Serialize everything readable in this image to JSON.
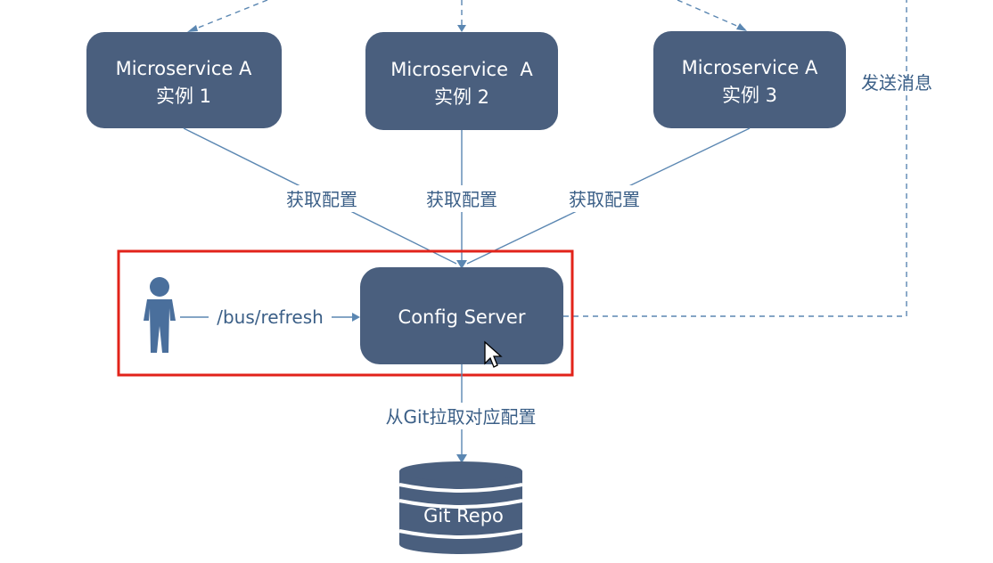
{
  "nodes": {
    "instance_1": {
      "line1": "Microservice A",
      "line2": "实例 1"
    },
    "instance_2": {
      "line1": "Microservice  A",
      "line2": "实例 2"
    },
    "instance_3": {
      "line1": "Microservice A",
      "line2": "实例 3"
    },
    "config_server": {
      "label": "Config Server"
    },
    "git_repo": {
      "label": "Git Repo"
    }
  },
  "edges": {
    "fetch_config_1": "获取配置",
    "fetch_config_2": "获取配置",
    "fetch_config_3": "获取配置",
    "bus_refresh": "/bus/refresh",
    "pull_from_git": "从Git拉取对应配置",
    "send_message": "发送消息"
  },
  "colors": {
    "node_fill": "#4a5f7e",
    "edge": "#5b87b2",
    "label_text": "#3b5f87",
    "highlight": "#e2231a",
    "person": "#4a6f9c"
  },
  "icons": {
    "user": "person-icon",
    "repository": "database-icon",
    "pointer": "mouse-cursor-icon"
  }
}
